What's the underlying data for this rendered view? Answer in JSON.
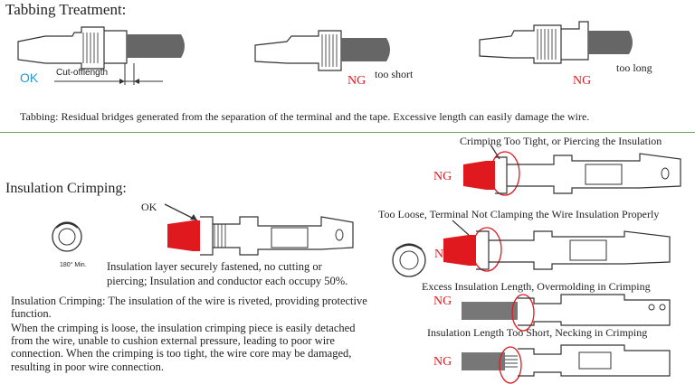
{
  "tabbing": {
    "title": "Tabbing Treatment:",
    "ok_label": "OK",
    "cut_label": "Cut-offlength",
    "ng1_label": "NG",
    "ng1_note": "too short",
    "ng2_label": "NG",
    "ng2_note": "too long",
    "caption": "Tabbing: Residual bridges generated from the separation of the terminal and the tape. Excessive length can easily damage the wire."
  },
  "insulation": {
    "title": "Insulation Crimping:",
    "ok_label": "OK",
    "angle_label": "180° Min.",
    "ok_caption_1": "Insulation layer securely fastened, no cutting or",
    "ok_caption_2": "piercing; Insulation and conductor each occupy 50%.",
    "body_1": "Insulation Crimping: The insulation of the wire is riveted, providing protective function.",
    "body_2": "When the crimping is loose, the insulation crimping piece is easily detached from the wire, unable to cushion external pressure, leading to poor wire connection. When the crimping is too tight, the wire core may be damaged, resulting in poor wire connection."
  },
  "defects": [
    {
      "title": "Crimping Too Tight, or Piercing the Insulation",
      "label": "NG"
    },
    {
      "title": "Too Loose, Terminal Not Clamping the Wire Insulation Properly",
      "label": "NG"
    },
    {
      "title": "Excess Insulation Length, Overmolding in Crimping",
      "label": "NG"
    },
    {
      "title": "Insulation Length Too Short, Necking in Crimping",
      "label": "NG"
    }
  ],
  "colors": {
    "ng": "#e0191f",
    "ok": "#1e9bd7",
    "divider": "#6aa84f",
    "crimp_red": "#e0191f",
    "circle_red": "#e0191f"
  }
}
